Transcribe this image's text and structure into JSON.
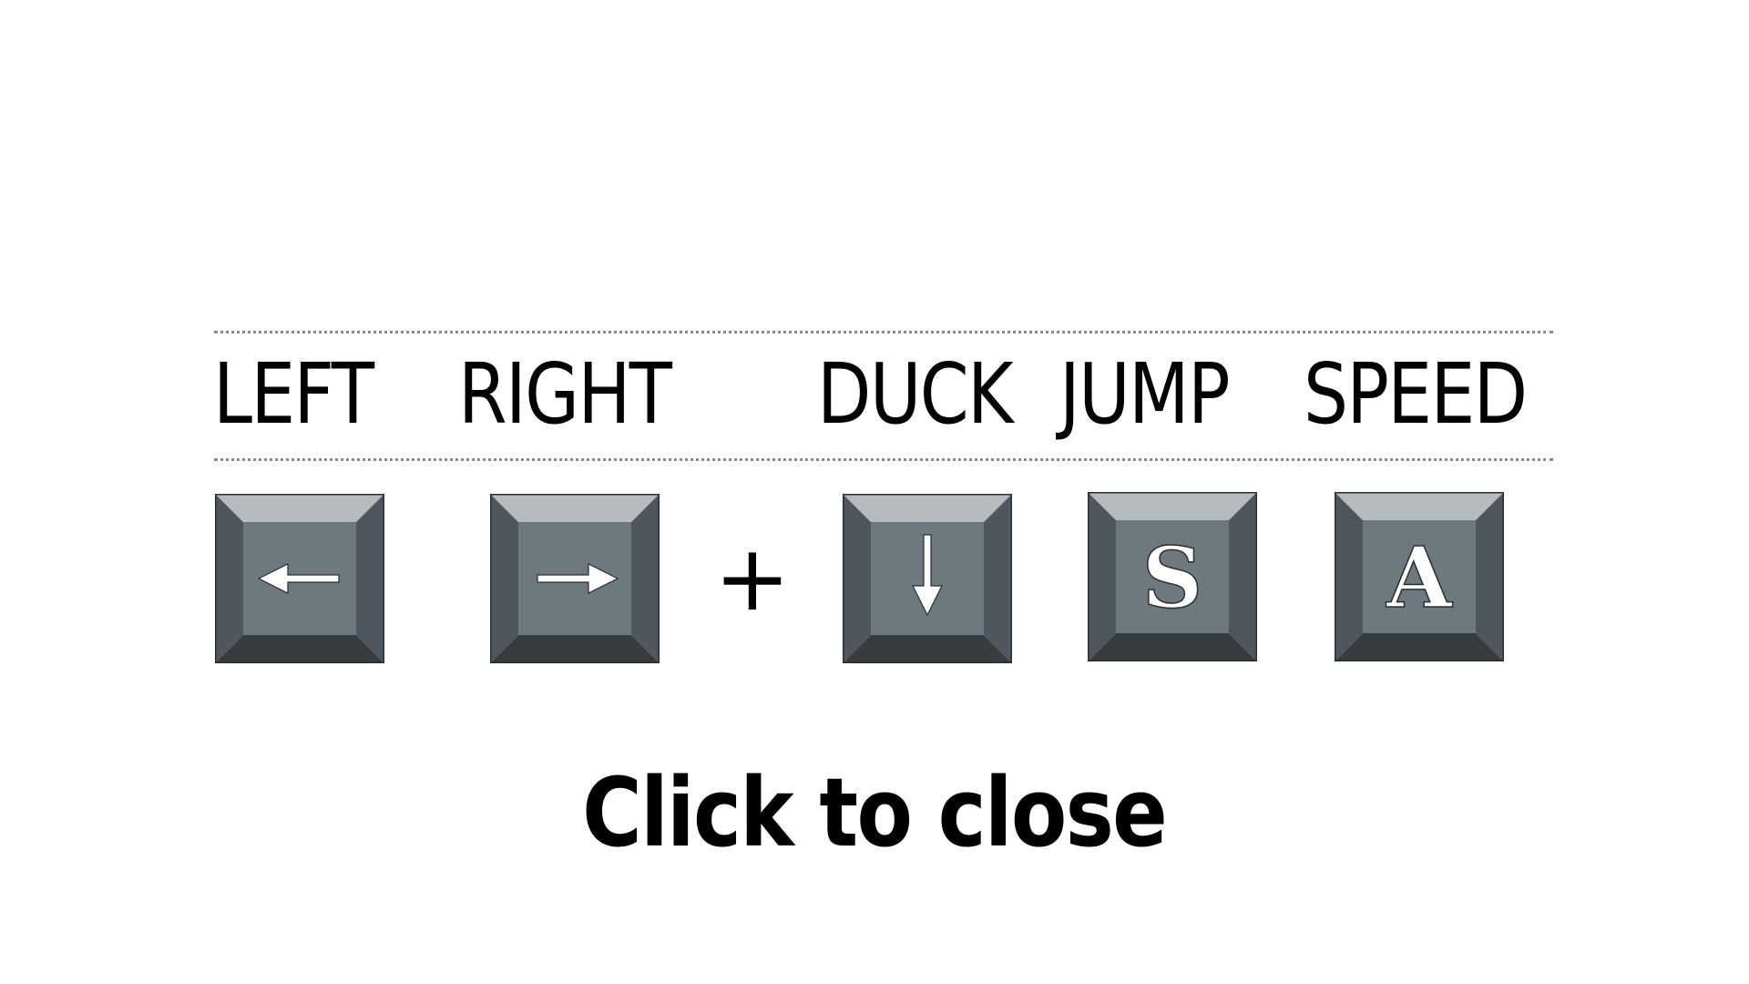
{
  "labels": {
    "left": "LEFT",
    "right": "RIGHT",
    "duck": "DUCK",
    "jump": "JUMP",
    "speed": "SPEED"
  },
  "keys": {
    "left": {
      "icon": "arrow-left-icon"
    },
    "right": {
      "icon": "arrow-right-icon"
    },
    "down": {
      "icon": "arrow-down-icon"
    },
    "s": {
      "letter": "S"
    },
    "a": {
      "letter": "A"
    }
  },
  "plus": "+",
  "close_hint": "Click to close",
  "colors": {
    "background": "#ffffff",
    "text": "#000000",
    "key_face": "#6e787f",
    "key_top_bevel": "#b6bbbe",
    "key_side_bevel": "#4f565d",
    "key_bottom_bevel": "#373c3f",
    "key_outline": "#2a2e31",
    "divider": "#8a8a8a"
  }
}
